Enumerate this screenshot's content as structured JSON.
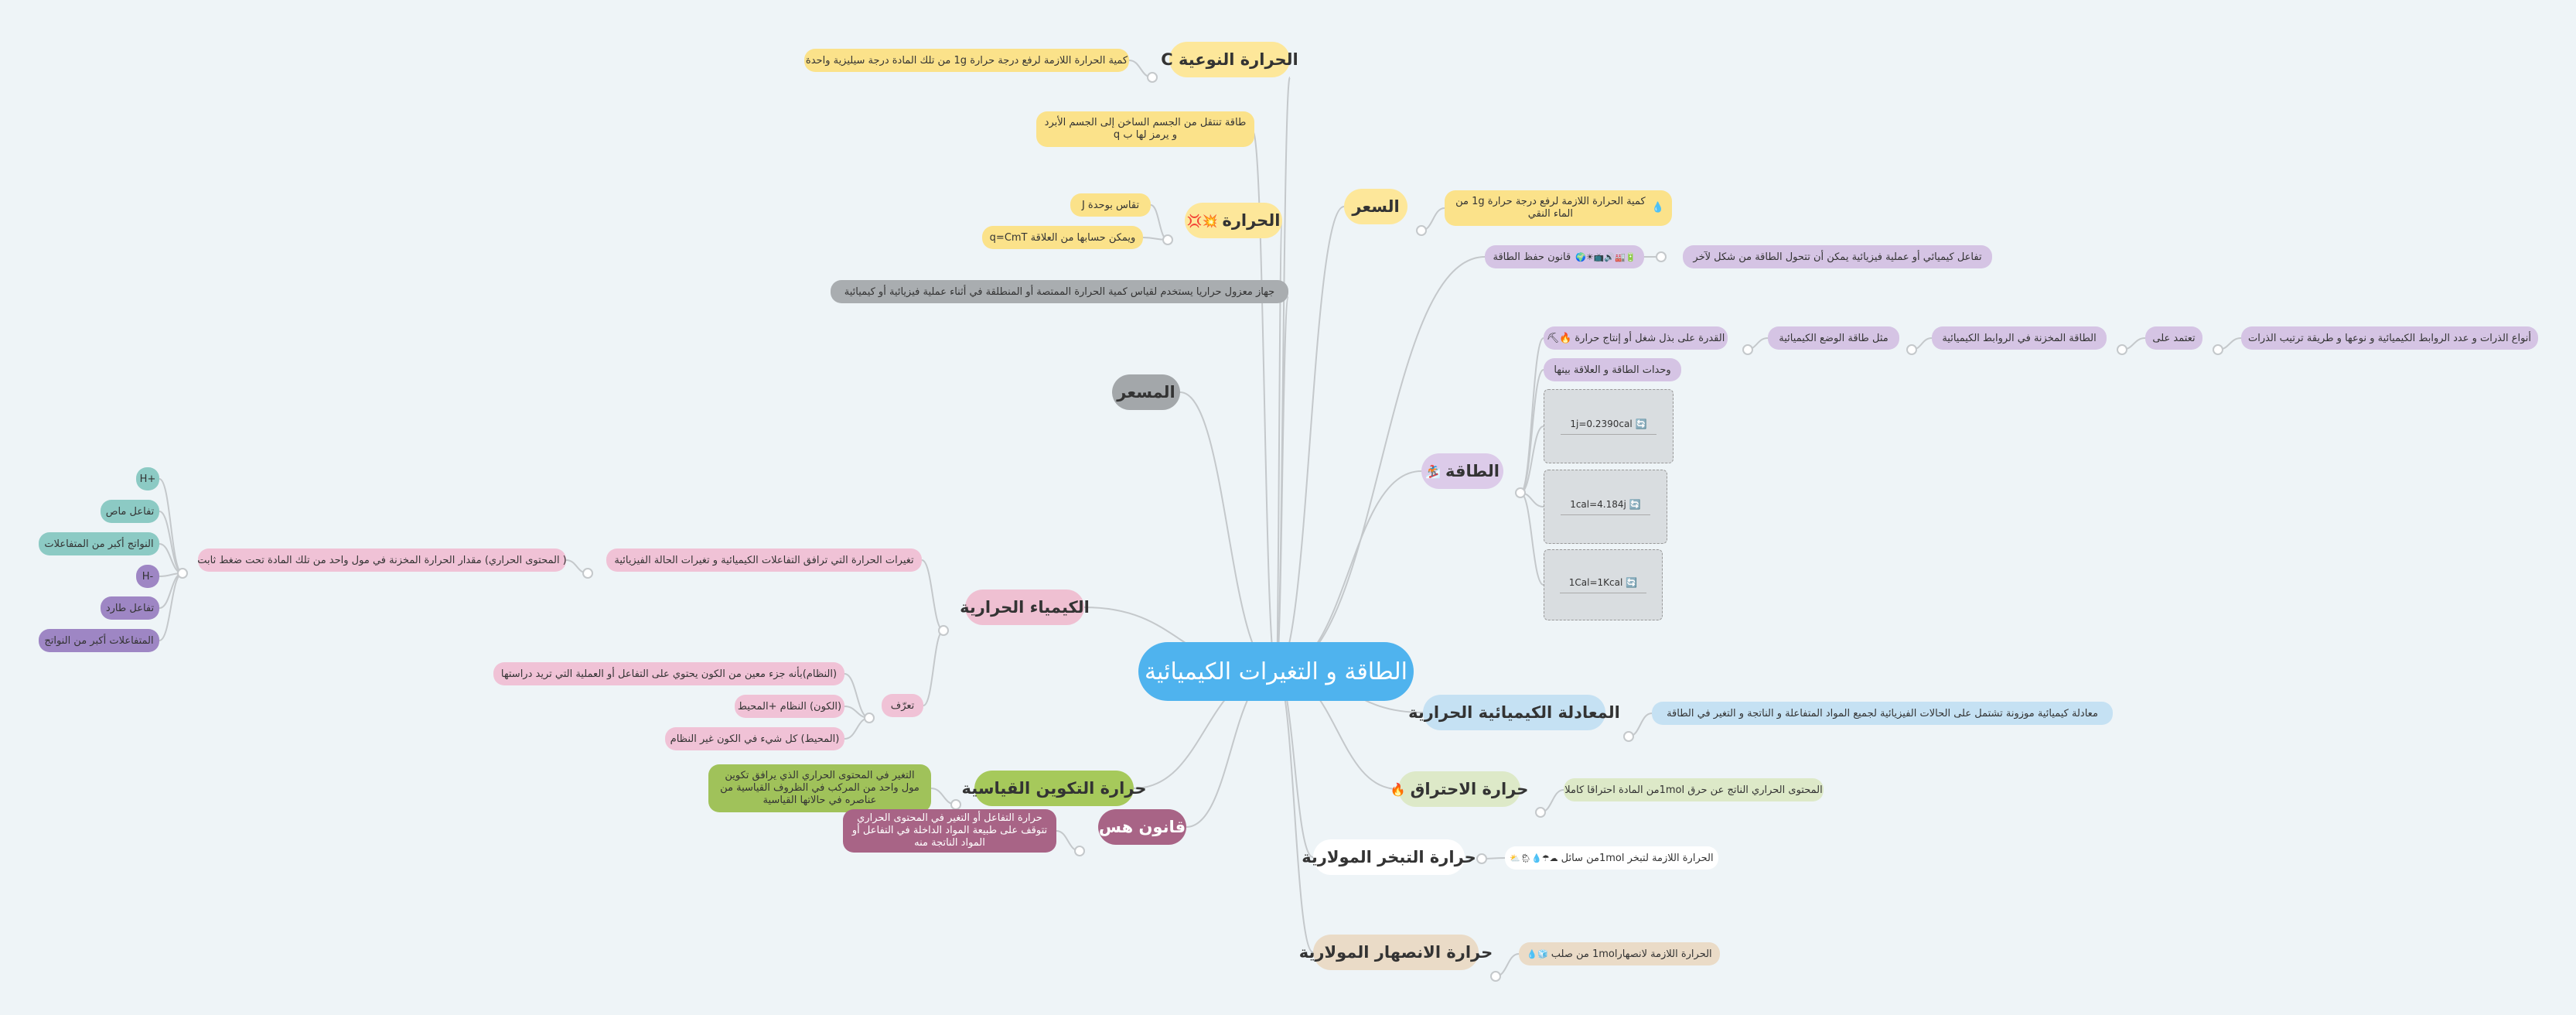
{
  "root": "الطاقة و التغيرات الكيميائية",
  "branches": {
    "specific_heat": {
      "title": "الحرارة النوعية C",
      "def": "كمية الحرارة اللازمة لرفع درجة حرارة 1g من تلك المادة درجة سيليزية واحدة"
    },
    "heat_transfer": "طاقة تنتقل من الجسم الساخن إلى الجسم الأبرد و يرمز لها ب q",
    "heat": {
      "title": "الحرارة",
      "icons": "💥💢",
      "unit": "تقاس بوحدة J",
      "calc": "ويمكن حسابها من العلاقة q=CmT"
    },
    "calorimeter_def": "جهاز معزول حراريا يستخدم لقياس كمية الحرارة الممتصة أو المنطلقة في أثناء عملية فيزيائية أو كيميائية",
    "calorimeter": "المسعر",
    "calorie": {
      "title": "السعر",
      "def": "كمية الحرارة اللازمة لرفع درجة حرارة 1g من الماء النقي",
      "icon": "💧"
    },
    "conservation": {
      "label": "قانون حفظ الطاقة",
      "icons": "🔋🏭🔊📺☀🌍",
      "def": "تفاعل كيميائي أو عملية فيزيائية يمكن أن تتحول الطاقة من شكل لآخر"
    },
    "energy": {
      "title": "الطاقة",
      "icon": "🏂",
      "ability": "القدرة على بذل شغل أو إنتاج حرارة",
      "ability_icons": "🔥⛏",
      "potential": "مثل طاقة الوضع الكيميائية",
      "stored": "الطاقة المخزنة في الروابط الكيميائية",
      "depends": "تعتمد على",
      "factors": "أنواع الذرات و عدد الروابط الكيميائية و نوعها و طريقة ترتيب الذرات",
      "units": "وحدات الطاقة و العلاقة بينها",
      "eq1": "1j=0.2390cal",
      "eq2": "1cal=4.184j",
      "eq3": "1Cal=1Kcal",
      "eq_icon": "🔄"
    },
    "thermo": {
      "title": "الكيمياء الحرارية",
      "changes": "تغيرات الحرارة التي ترافق التفاعلات الكيميائية و تغيرات الحالة الفيزيائية",
      "enthalpy": "( المحتوى الحراري) مقدار الحرارة المخزنة في مول واحد من تلك المادة تحت ضغط ثابت",
      "plus_h": "+H",
      "endo": "تفاعل ماص",
      "endo_desc": "النواتج أكبر من المتفاعلات",
      "minus_h": "-H",
      "exo": "تفاعل طارد",
      "exo_desc": "المتفاعلات أكبر من النواتج",
      "define": "تعرّف",
      "system": "(النظام)بأنه جزء معين من الكون يحتوي على التفاعل أو العملية التي تريد دراستها",
      "universe": "(الكون) النظام +المحيط",
      "surroundings": "(المحيط) كل شيء في الكون غير النظام"
    },
    "formation": {
      "title": "حرارة التكوين القياسية",
      "def": "التغير في المحتوى الحراري الذي يرافق تكوين مول واحد من المركب في الظروف القياسية من عناصره في حالاتها القياسية"
    },
    "hess": {
      "title": "قانون هس",
      "def": "حرارة التفاعل أو التغير في المحتوى الحراري تتوقف على طبيعة المواد الداخلة في التفاعل أو المواد الناتجة منه"
    },
    "thermo_eq": {
      "title": "المعادلة الكيميائية الحرارية",
      "def": "معادلة كيميائية موزونة تشتمل على الحالات الفيزيائية لجميع المواد المتفاعلة و الناتجة و التغير في الطاقة"
    },
    "combustion": {
      "title": "حرارة الاحتراق",
      "icon": "🔥",
      "def": "المحتوى الحراري الناتج عن حرق 1molمن المادة احتراقا كاملا"
    },
    "vaporization": {
      "title": "حرارة التبخر المولارية",
      "icons": "☁☂💧🌦⛅",
      "def": "الحرارة اللازمة لتبخر 1molمن سائل"
    },
    "fusion": {
      "title": "حرارة الانصهار المولارية",
      "icons": "🧊💧",
      "def": "الحرارة اللازمة لانصهار1mol من صلب"
    }
  },
  "colors": {
    "background": "#eef4f7",
    "root": "#4fb3ee",
    "link": "#c4c8cb"
  }
}
